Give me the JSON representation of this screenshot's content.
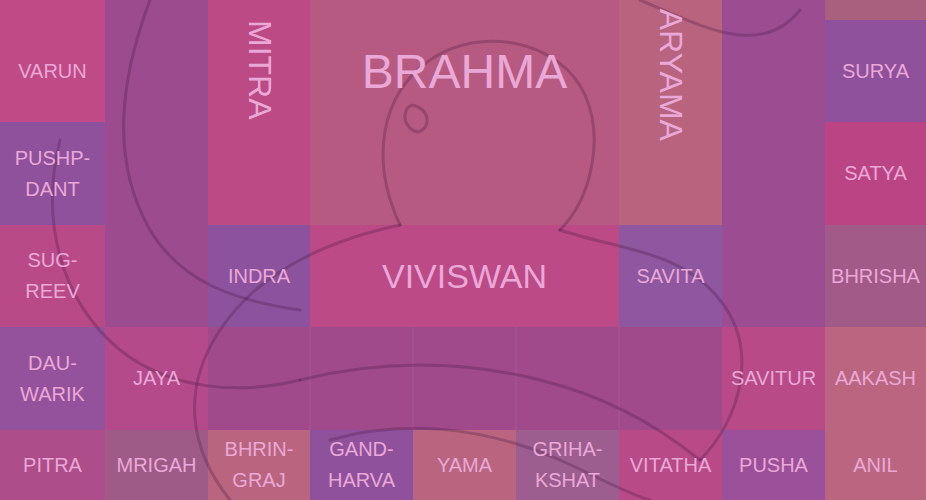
{
  "diagram": {
    "nodes": [
      {
        "text": [
          "VARUN"
        ]
      },
      {
        "text": [
          "MITRA"
        ]
      },
      {
        "text": [
          "BRAHMA"
        ]
      },
      {
        "text": [
          "ARYAMA"
        ]
      },
      {
        "text": [
          "SURYA"
        ]
      },
      {
        "text": [
          "PUSHP- DANT"
        ]
      },
      {
        "text": [
          "SATYA"
        ]
      },
      {
        "text": [
          "SUG- REEV"
        ]
      },
      {
        "text": [
          "INDRA"
        ]
      },
      {
        "text": [
          "VIVISWAN"
        ]
      },
      {
        "text": [
          "SAVITA"
        ]
      },
      {
        "text": [
          "BHRISHA"
        ]
      },
      {
        "text": [
          "DAU- WARIK"
        ]
      },
      {
        "text": [
          "JAYA"
        ]
      },
      {
        "text": [
          "SAVITUR"
        ]
      },
      {
        "text": [
          "AAKASH"
        ]
      },
      {
        "text": [
          "PITRA"
        ]
      },
      {
        "text": [
          "MRIGAH"
        ]
      },
      {
        "text": [
          "BHRIN- GRAJ"
        ]
      },
      {
        "text": [
          "GAND- HARVA"
        ]
      },
      {
        "text": [
          "YAMA"
        ]
      },
      {
        "text": [
          "GRIHA- KSHAT"
        ]
      },
      {
        "text": [
          "VITATHA"
        ]
      },
      {
        "text": [
          "PUSHA"
        ]
      },
      {
        "text": [
          "ANIL"
        ]
      }
    ]
  }
}
